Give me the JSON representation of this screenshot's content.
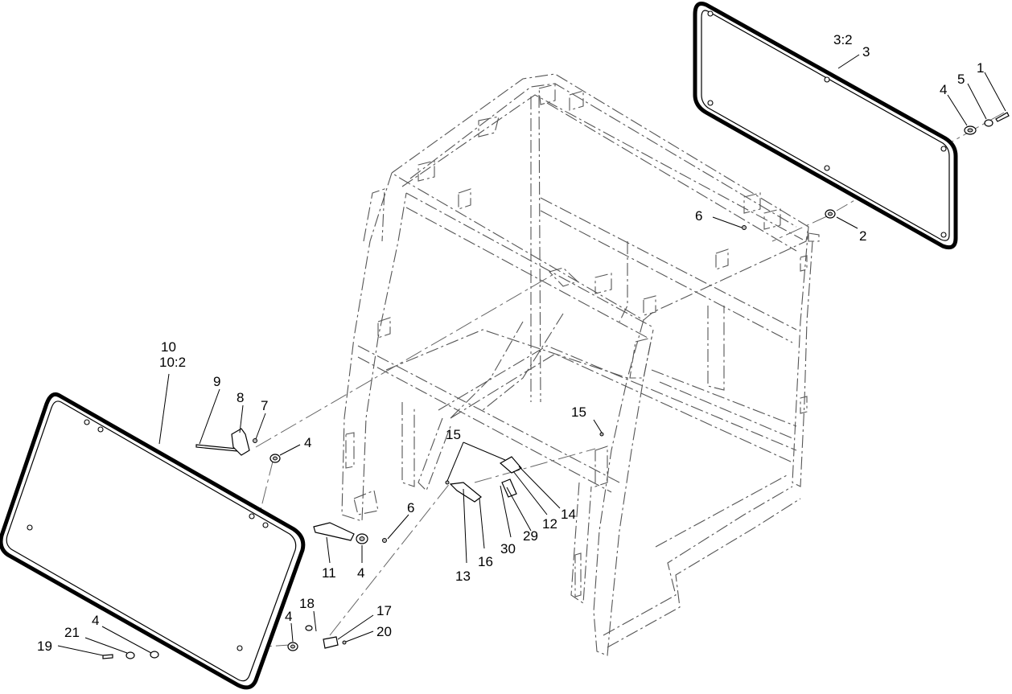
{
  "diagram": {
    "callouts": [
      {
        "id": "c-3-2",
        "text": "3:2"
      },
      {
        "id": "c-3",
        "text": "3"
      },
      {
        "id": "c-1",
        "text": "1"
      },
      {
        "id": "c-5",
        "text": "5"
      },
      {
        "id": "c-4a",
        "text": "4"
      },
      {
        "id": "c-6a",
        "text": "6"
      },
      {
        "id": "c-2",
        "text": "2"
      },
      {
        "id": "c-10",
        "text": "10"
      },
      {
        "id": "c-10-2",
        "text": "10:2"
      },
      {
        "id": "c-9",
        "text": "9"
      },
      {
        "id": "c-8",
        "text": "8"
      },
      {
        "id": "c-7",
        "text": "7"
      },
      {
        "id": "c-4b",
        "text": "4"
      },
      {
        "id": "c-15a",
        "text": "15"
      },
      {
        "id": "c-15b",
        "text": "15"
      },
      {
        "id": "c-14",
        "text": "14"
      },
      {
        "id": "c-12",
        "text": "12"
      },
      {
        "id": "c-29",
        "text": "29"
      },
      {
        "id": "c-30",
        "text": "30"
      },
      {
        "id": "c-16",
        "text": "16"
      },
      {
        "id": "c-13",
        "text": "13"
      },
      {
        "id": "c-6b",
        "text": "6"
      },
      {
        "id": "c-11",
        "text": "11"
      },
      {
        "id": "c-4c",
        "text": "4"
      },
      {
        "id": "c-18",
        "text": "18"
      },
      {
        "id": "c-17",
        "text": "17"
      },
      {
        "id": "c-20",
        "text": "20"
      },
      {
        "id": "c-4d",
        "text": "4"
      },
      {
        "id": "c-4e",
        "text": "4"
      },
      {
        "id": "c-21",
        "text": "21"
      },
      {
        "id": "c-19",
        "text": "19"
      }
    ]
  }
}
